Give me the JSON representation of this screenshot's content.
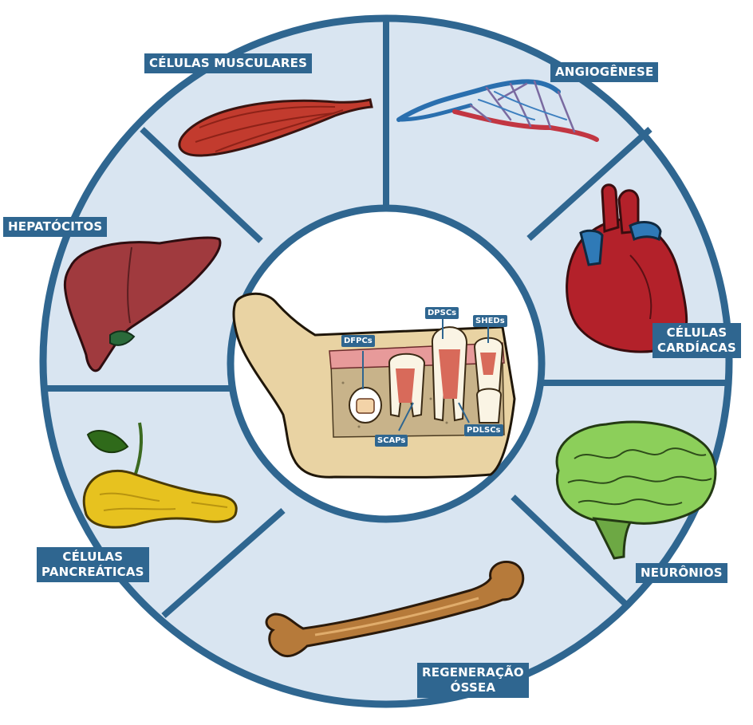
{
  "colors": {
    "ring_fill": "#d9e5f1",
    "ring_stroke": "#2f6690",
    "label_bg": "#2f6690",
    "tooth_label_bg": "#2f6690"
  },
  "segments": [
    {
      "id": "muscle",
      "icon": "muscle-icon",
      "lines": [
        "CÉLULAS MUSCULARES"
      ]
    },
    {
      "id": "angio",
      "icon": "blood-vessels-icon",
      "lines": [
        "ANGIOGÊNESE"
      ]
    },
    {
      "id": "heart",
      "icon": "heart-icon",
      "lines": [
        "CÉLULAS",
        "CARDÍACAS"
      ]
    },
    {
      "id": "neuron",
      "icon": "brain-icon",
      "lines": [
        "NEURÔNIOS"
      ]
    },
    {
      "id": "bone",
      "icon": "bone-icon",
      "lines": [
        "REGENERAÇÃO",
        "ÓSSEA"
      ]
    },
    {
      "id": "pancreas",
      "icon": "pancreas-icon",
      "lines": [
        "CÉLULAS",
        "PANCREÁTICAS"
      ]
    },
    {
      "id": "liver",
      "icon": "liver-icon",
      "lines": [
        "HEPATÓCITOS"
      ]
    }
  ],
  "center": {
    "icon": "jaw-teeth-icon",
    "tooth_labels": {
      "dfpcs": "DFPCs",
      "dpscs": "DPSCs",
      "sheds": "SHEDs",
      "scaps": "SCAPs",
      "pdlscs": "PDLSCs"
    }
  }
}
